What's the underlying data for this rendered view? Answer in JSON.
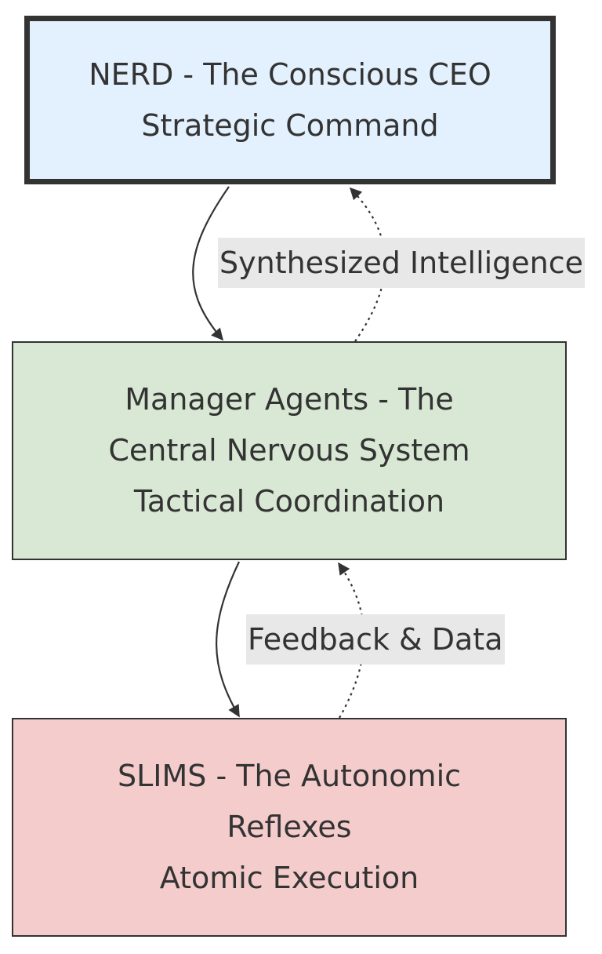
{
  "diagram": {
    "nodes": {
      "nerd": {
        "lines": [
          "NERD - The Conscious CEO",
          "Strategic Command"
        ],
        "fill": "#e3f0fd"
      },
      "managers": {
        "lines": [
          "Manager Agents - The",
          "Central Nervous System",
          "Tactical Coordination"
        ],
        "fill": "#d9e8d4"
      },
      "slims": {
        "lines": [
          "SLIMS - The Autonomic",
          "Reflexes",
          "Atomic Execution"
        ],
        "fill": "#f4cccc"
      }
    },
    "edges": [
      {
        "from": "nerd",
        "to": "managers",
        "style": "solid",
        "label": ""
      },
      {
        "from": "managers",
        "to": "nerd",
        "style": "dotted",
        "label": "Synthesized Intelligence"
      },
      {
        "from": "managers",
        "to": "slims",
        "style": "solid",
        "label": ""
      },
      {
        "from": "slims",
        "to": "managers",
        "style": "dotted",
        "label": "Feedback & Data"
      }
    ]
  },
  "colors": {
    "stroke": "#333333",
    "label_background": "#e8e8e8"
  }
}
